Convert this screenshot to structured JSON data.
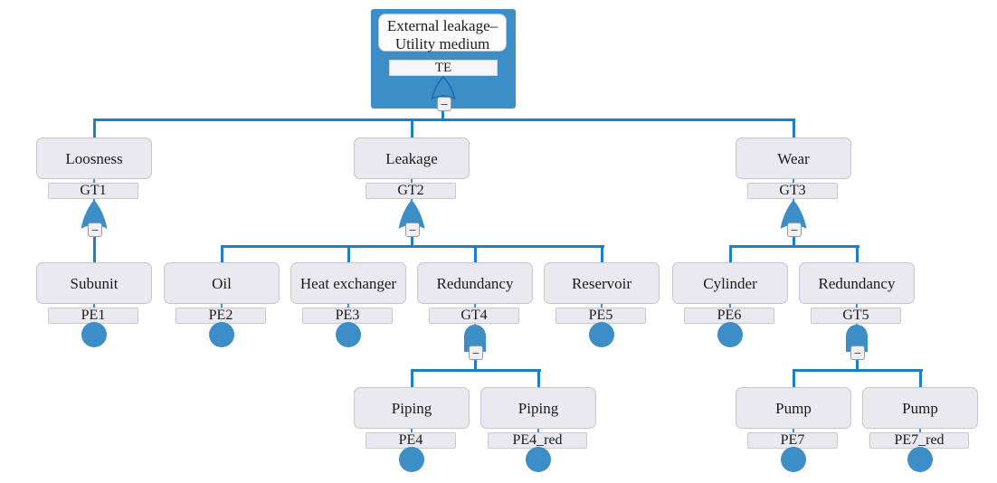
{
  "top_event": {
    "title_line1": "External leakage–",
    "title_line2": "Utility medium",
    "ref": "TE",
    "gate": "OR"
  },
  "nodes": {
    "gt1": {
      "label": "Loosness",
      "ref": "GT1",
      "gate": "OR"
    },
    "gt2": {
      "label": "Leakage",
      "ref": "GT2",
      "gate": "OR"
    },
    "gt3": {
      "label": "Wear",
      "ref": "GT3",
      "gate": "OR"
    },
    "pe1": {
      "label": "Subunit",
      "ref": "PE1",
      "symbol": "basic-event"
    },
    "pe2": {
      "label": "Oil",
      "ref": "PE2",
      "symbol": "basic-event"
    },
    "pe3": {
      "label": "Heat exchanger",
      "ref": "PE3",
      "symbol": "basic-event"
    },
    "gt4": {
      "label": "Redundancy",
      "ref": "GT4",
      "gate": "AND"
    },
    "pe5": {
      "label": "Reservoir",
      "ref": "PE5",
      "symbol": "basic-event"
    },
    "pe6": {
      "label": "Cylinder",
      "ref": "PE6",
      "symbol": "basic-event"
    },
    "gt5": {
      "label": "Redundancy",
      "ref": "GT5",
      "gate": "AND"
    },
    "pe4": {
      "label": "Piping",
      "ref": "PE4",
      "symbol": "basic-event"
    },
    "pe4_red": {
      "label": "Piping",
      "ref": "PE4_red",
      "symbol": "basic-event"
    },
    "pe7": {
      "label": "Pump",
      "ref": "PE7",
      "symbol": "basic-event"
    },
    "pe7_red": {
      "label": "Pump",
      "ref": "PE7_red",
      "symbol": "basic-event"
    }
  },
  "icons": {
    "minus": "−"
  },
  "colors": {
    "accent_blue": "#3d8dc6",
    "line_blue": "#1f7fc4",
    "node_fill": "#eae9ef",
    "node_border": "#c6c5d2"
  }
}
